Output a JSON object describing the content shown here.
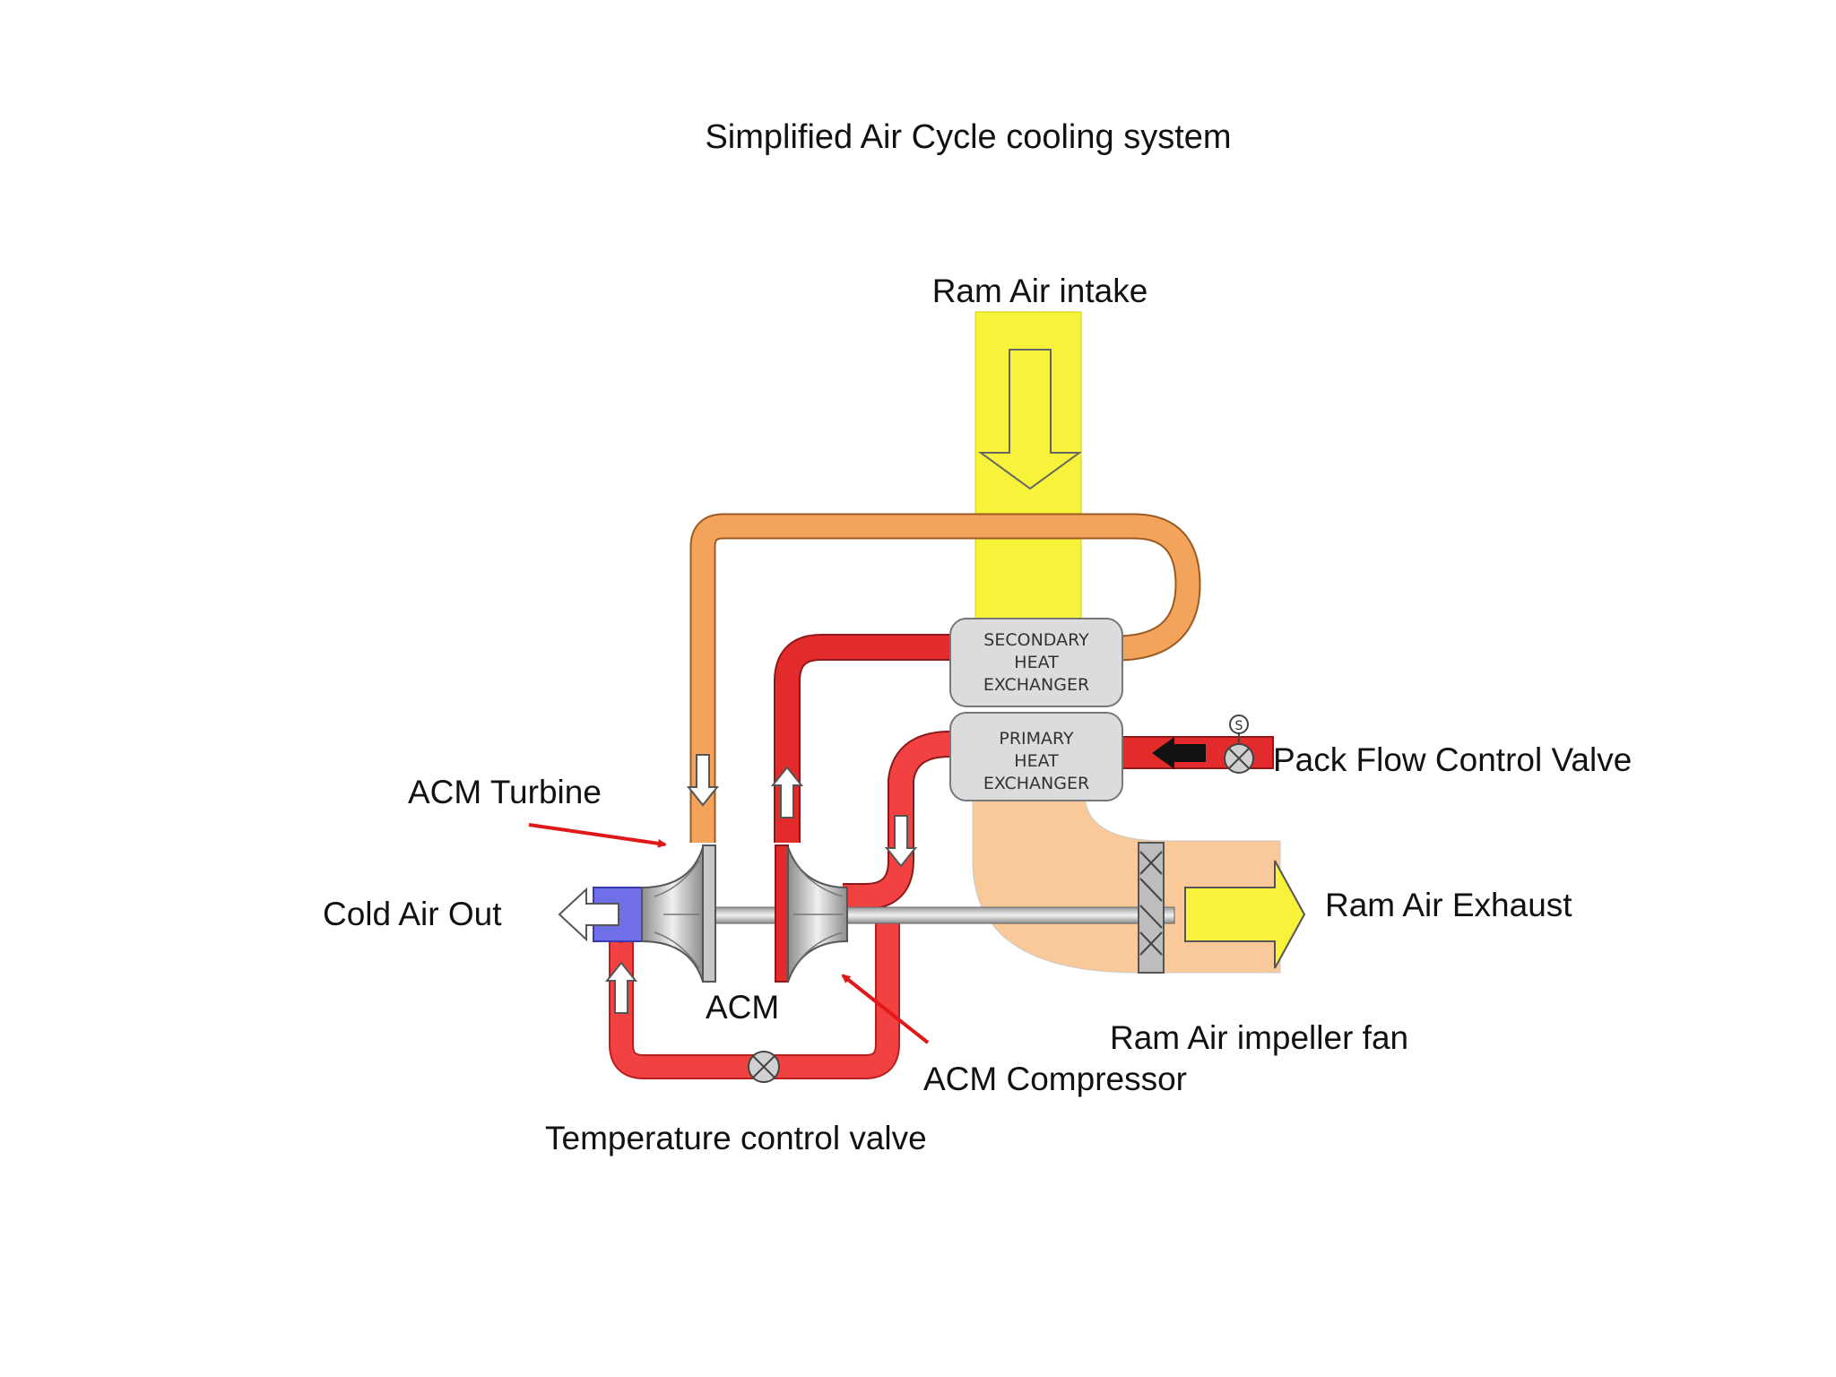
{
  "title": "Simplified Air Cycle cooling system",
  "labels": {
    "ram_air_intake": "Ram Air intake",
    "pack_flow_control_valve": "Pack Flow Control Valve",
    "acm_turbine": "ACM Turbine",
    "cold_air_out": "Cold Air Out",
    "ram_air_exhaust": "Ram Air Exhaust",
    "acm": "ACM",
    "ram_air_impeller_fan": "Ram Air impeller fan",
    "acm_compressor": "ACM Compressor",
    "temperature_control_valve": "Temperature control valve"
  },
  "heat_exchangers": {
    "secondary": [
      "SECONDARY",
      "HEAT",
      "EXCHANGER"
    ],
    "primary": [
      "PRIMARY",
      "HEAT",
      "EXCHANGER"
    ]
  },
  "valve_symbol": "S",
  "colors": {
    "ram_air": "#f7f23a",
    "warm_duct": "#f4a35a",
    "hot_duct": "#e42b2b",
    "exhaust_duct": "#f9c999",
    "cold_air": "#6f6fe8",
    "heat_exchanger": "#dcdcdc",
    "annotation_arrow": "#e01818"
  },
  "icons": [
    "flow-arrow-icon",
    "valve-icon",
    "turbine-icon",
    "compressor-icon",
    "fan-icon"
  ]
}
